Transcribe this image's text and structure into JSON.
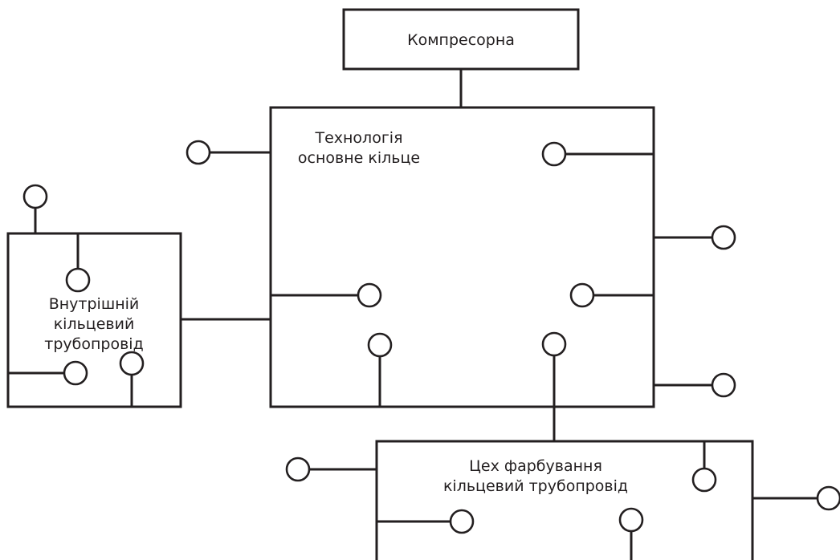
{
  "diagram": {
    "title": "",
    "colors": {
      "stroke": "#231f20",
      "background": "#ffffff"
    },
    "blocks": {
      "compressor": {
        "label": "Компресорна"
      },
      "technology": {
        "line1": "Технологія",
        "line2": "основне кільце"
      },
      "internal": {
        "line1": "Внутрішній",
        "line2": "кільцевий",
        "line3": "трубопровід"
      },
      "painting": {
        "line1": "Цех фарбування",
        "line2": "кільцевий трубопровід"
      }
    },
    "node_icon": "circle-node-icon"
  }
}
